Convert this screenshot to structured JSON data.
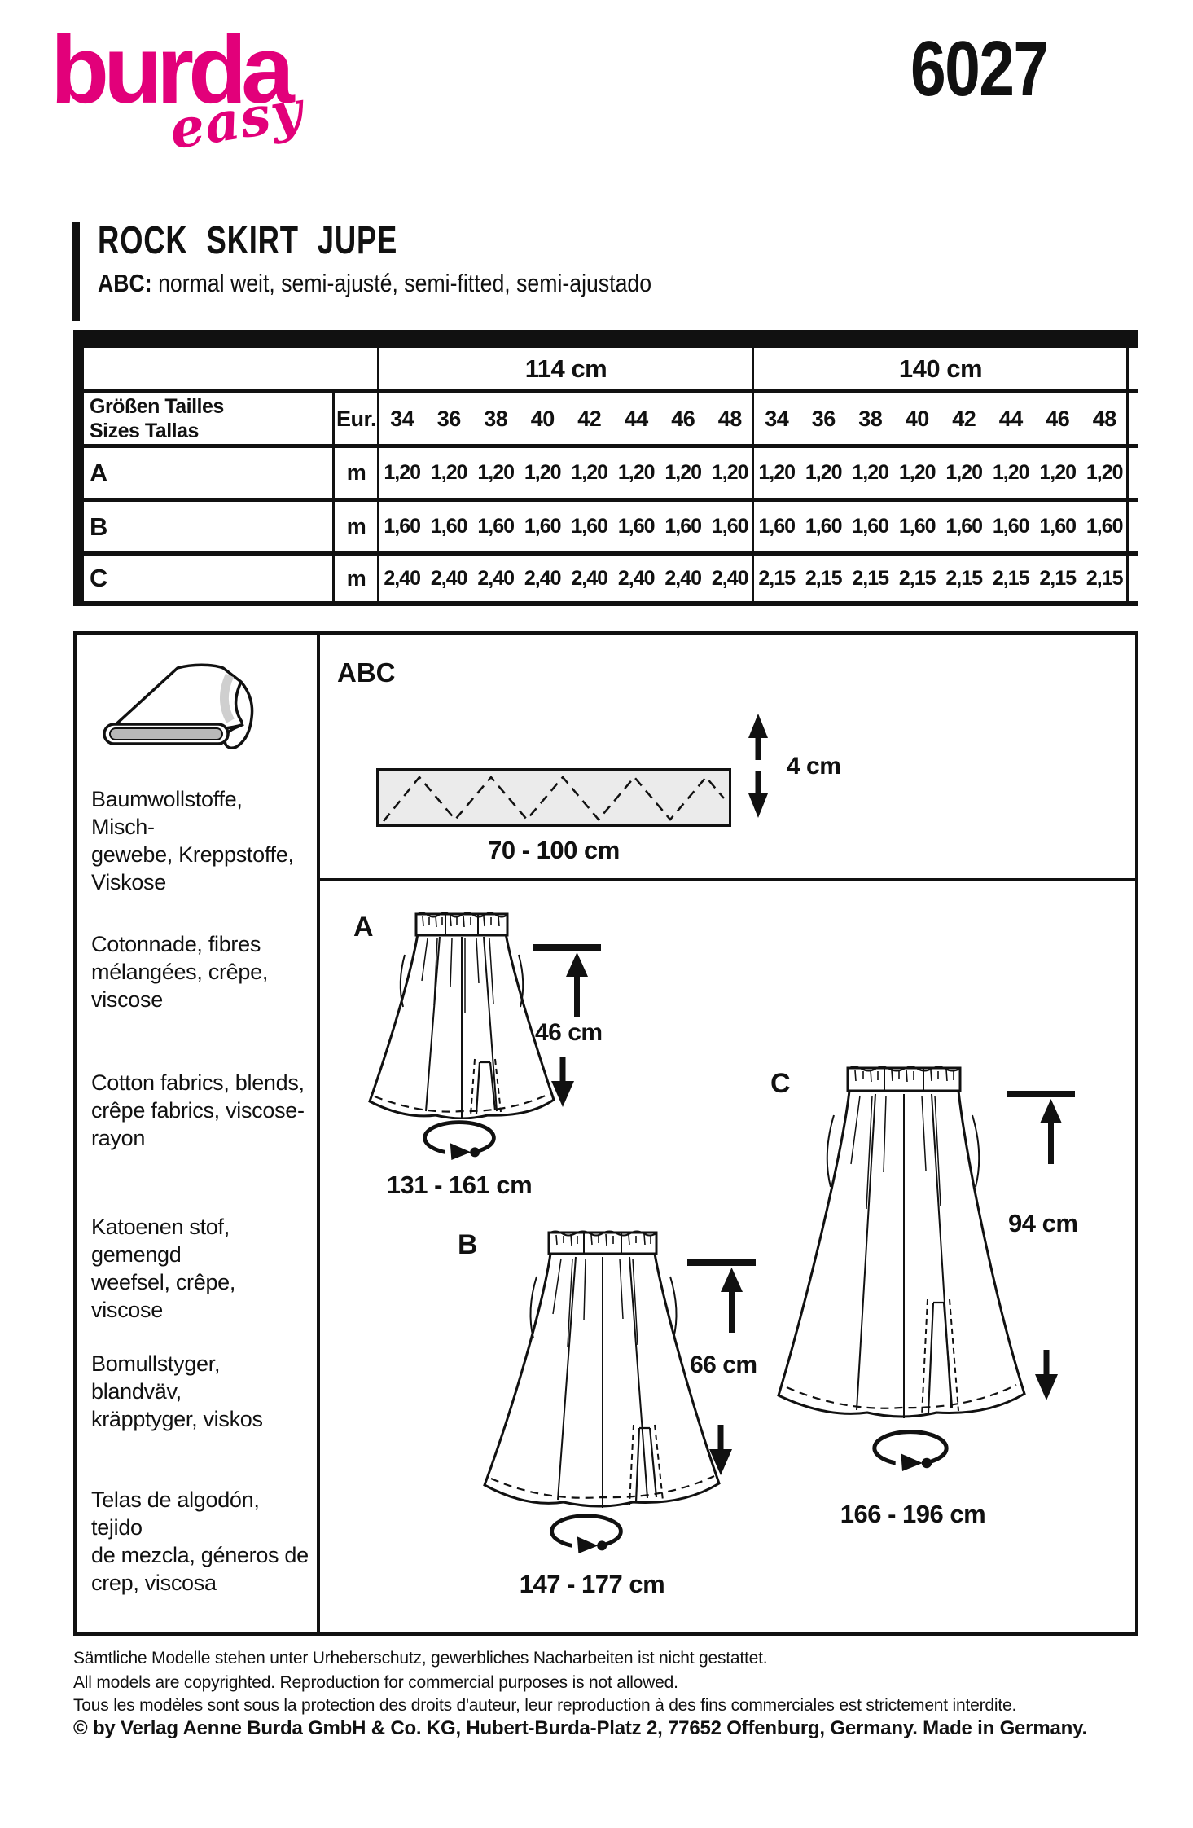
{
  "brand": {
    "logo_main": "burda",
    "logo_sub": "easy",
    "pattern_number": "6027",
    "brand_color": "#e2007a"
  },
  "title": {
    "heading": "ROCK  SKIRT  JUPE",
    "views_label": "ABC:",
    "views_desc": "normal weit, semi-ajusté, semi-fitted, semi-ajustado"
  },
  "size_table": {
    "fabric_widths": [
      "114 cm",
      "140 cm"
    ],
    "row_header_line1": "Größen  Tailles",
    "row_header_line2": "Sizes  Tallas",
    "unit_header": "Eur.",
    "sizes": [
      "34",
      "36",
      "38",
      "40",
      "42",
      "44",
      "46",
      "48"
    ],
    "rows": [
      {
        "label": "A",
        "unit": "m",
        "values_114": [
          "1,20",
          "1,20",
          "1,20",
          "1,20",
          "1,20",
          "1,20",
          "1,20",
          "1,20"
        ],
        "values_140": [
          "1,20",
          "1,20",
          "1,20",
          "1,20",
          "1,20",
          "1,20",
          "1,20",
          "1,20"
        ]
      },
      {
        "label": "B",
        "unit": "m",
        "values_114": [
          "1,60",
          "1,60",
          "1,60",
          "1,60",
          "1,60",
          "1,60",
          "1,60",
          "1,60"
        ],
        "values_140": [
          "1,60",
          "1,60",
          "1,60",
          "1,60",
          "1,60",
          "1,60",
          "1,60",
          "1,60"
        ]
      },
      {
        "label": "C",
        "unit": "m",
        "values_114": [
          "2,40",
          "2,40",
          "2,40",
          "2,40",
          "2,40",
          "2,40",
          "2,40",
          "2,40"
        ],
        "values_140": [
          "2,15",
          "2,15",
          "2,15",
          "2,15",
          "2,15",
          "2,15",
          "2,15",
          "2,15"
        ]
      }
    ]
  },
  "fabrics": {
    "icon": "fabric-bolt-icon",
    "texts": [
      "Baumwollstoffe, Misch-\ngewebe, Kreppstoffe,\nViskose",
      "Cotonnade, fibres\nmélangées, crêpe,\nviscose",
      "Cotton fabrics, blends,\ncrêpe fabrics, viscose-\nrayon",
      "Katoenen stof, gemengd\nweefsel, crêpe, viscose",
      "Bomullstyger, blandväv,\nkräpptyger, viskos",
      "Telas de algodón, tejido\nde mezcla, géneros de\ncrep, viscosa"
    ]
  },
  "interfacing": {
    "label": "ABC",
    "height_label": "4 cm",
    "width_label": "70 - 100 cm"
  },
  "views": [
    {
      "label": "A",
      "length_label": "46 cm",
      "hem_label": "131 - 161 cm"
    },
    {
      "label": "B",
      "length_label": "66 cm",
      "hem_label": "147 - 177 cm"
    },
    {
      "label": "C",
      "length_label": "94 cm",
      "hem_label": "166 - 196 cm"
    }
  ],
  "footer": {
    "lines": [
      "Sämtliche Modelle stehen unter Urheberschutz, gewerbliches Nacharbeiten ist nicht gestattet.",
      "All models are copyrighted. Reproduction for commercial purposes is not allowed.",
      "Tous les modèles sont sous la protection des droits d'auteur, leur reproduction à des fins commerciales est strictement interdite.",
      "© by Verlag Aenne Burda GmbH & Co. KG, Hubert-Burda-Platz 2, 77652 Offenburg, Germany. Made in Germany."
    ]
  }
}
